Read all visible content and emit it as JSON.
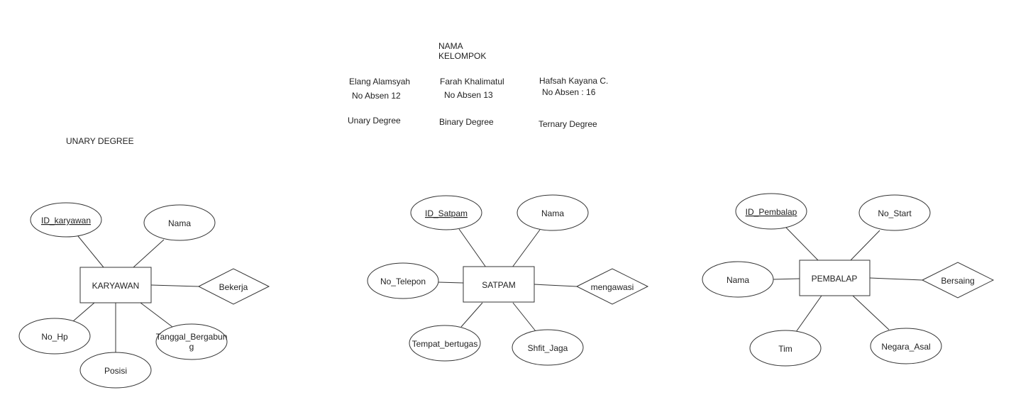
{
  "header": {
    "title_line1": "NAMA",
    "title_line2": "KELOMPOK",
    "members": [
      {
        "name": "Elang Alamsyah",
        "absen": "No Absen 12",
        "degree": "Unary Degree"
      },
      {
        "name": "Farah Khalimatul",
        "absen": "No Absen 13",
        "degree": "Binary Degree"
      },
      {
        "name": "Hafsah Kayana C.",
        "absen": "No Absen : 16",
        "degree": "Ternary Degree"
      }
    ]
  },
  "section_label": "UNARY DEGREE",
  "diagrams": [
    {
      "entity": "KARYAWAN",
      "relation": "Bekerja",
      "attributes": [
        "ID_karyawan",
        "Nama",
        "No_Hp",
        "Posisi",
        "Tanggal_Bergabung"
      ],
      "primary_key": "ID_karyawan"
    },
    {
      "entity": "SATPAM",
      "relation": "mengawasi",
      "attributes": [
        "ID_Satpam",
        "Nama",
        "No_Telepon",
        "Tempat_bertugas",
        "Shfit_Jaga"
      ],
      "primary_key": "ID_Satpam"
    },
    {
      "entity": "PEMBALAP",
      "relation": "Bersaing",
      "attributes": [
        "ID_Pembalap",
        "No_Start",
        "Nama",
        "Tim",
        "Negara_Asal"
      ],
      "primary_key": "ID_Pembalap"
    }
  ],
  "tanggal_split": {
    "line1": "Tanggal_Bergabun",
    "line2": "g"
  }
}
